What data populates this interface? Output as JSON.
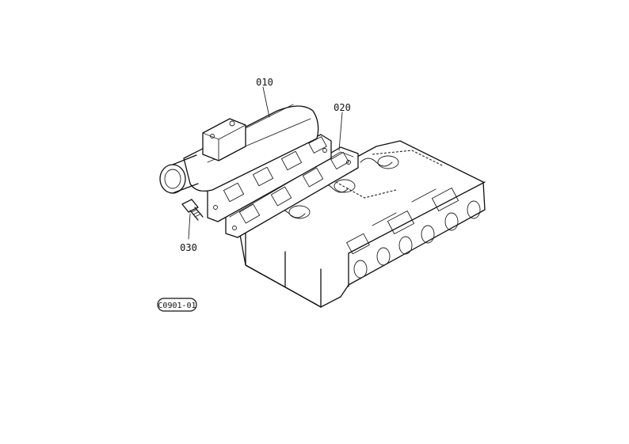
{
  "parts": [
    {
      "id": "010"
    },
    {
      "id": "020"
    },
    {
      "id": "030"
    }
  ],
  "figure_code": "C0901-01"
}
